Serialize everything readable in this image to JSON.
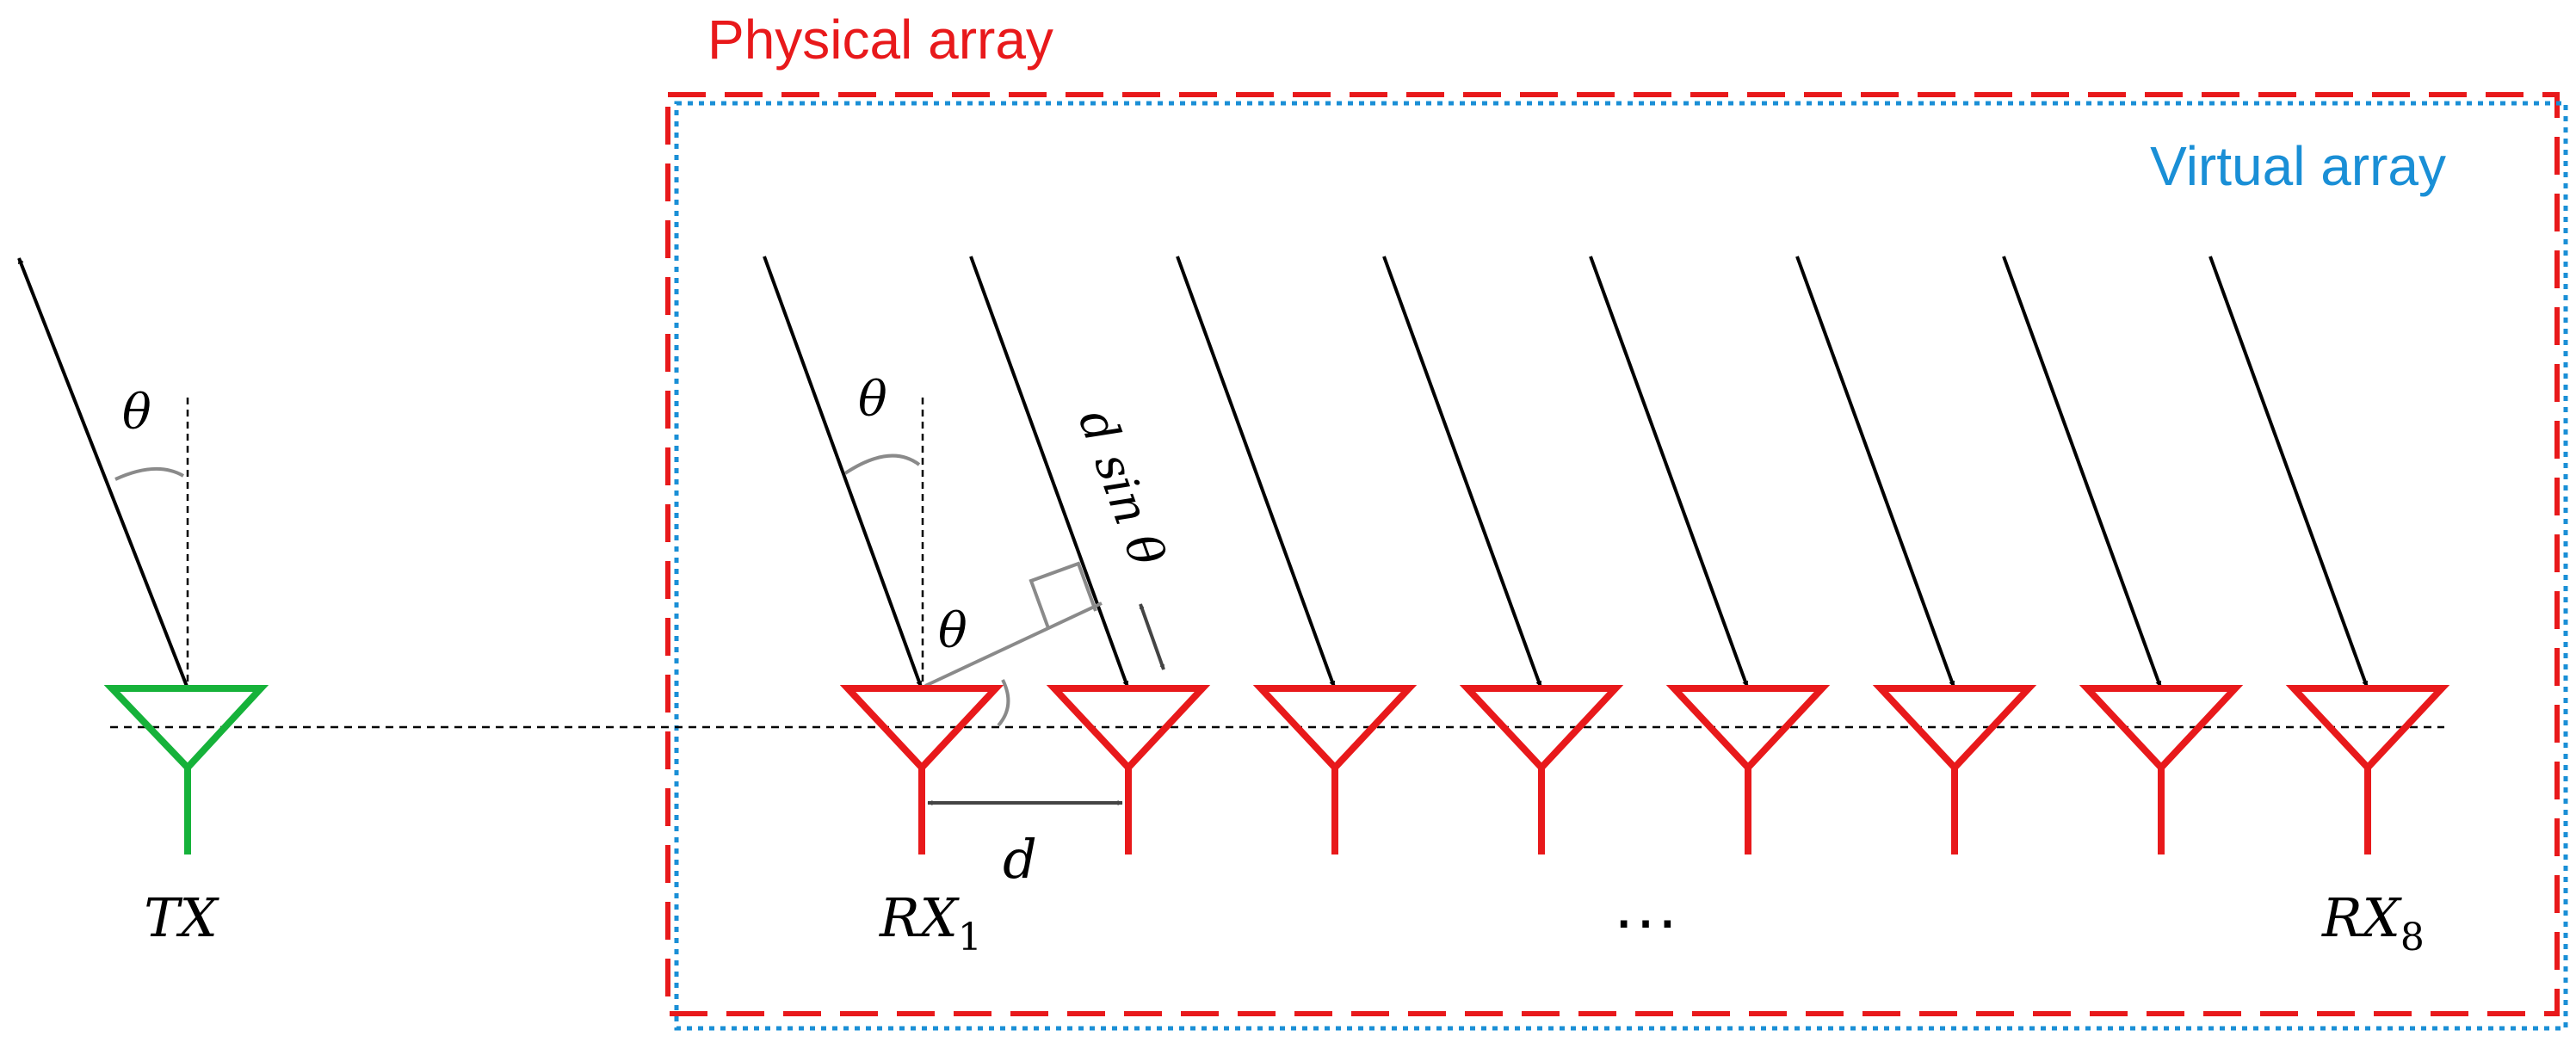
{
  "labels": {
    "physical_array": "Physical array",
    "virtual_array": "Virtual array",
    "theta_tx": "θ",
    "theta_rx": "θ",
    "theta_angle": "θ",
    "path_diff": "d sin θ",
    "spacing": "d",
    "tx": "TX",
    "rx_first_main": "RX",
    "rx_first_sub": "1",
    "rx_last_main": "RX",
    "rx_last_sub": "8",
    "ellipsis": "…"
  },
  "colors": {
    "physical_array": "#e8191b",
    "virtual_array": "#1a8fd6",
    "tx_antenna": "#16b23a",
    "rx_antenna": "#e8191b",
    "arrow": "#000000",
    "helper": "#8a8a8a",
    "dimension": "#444444"
  },
  "rx_count": 8
}
